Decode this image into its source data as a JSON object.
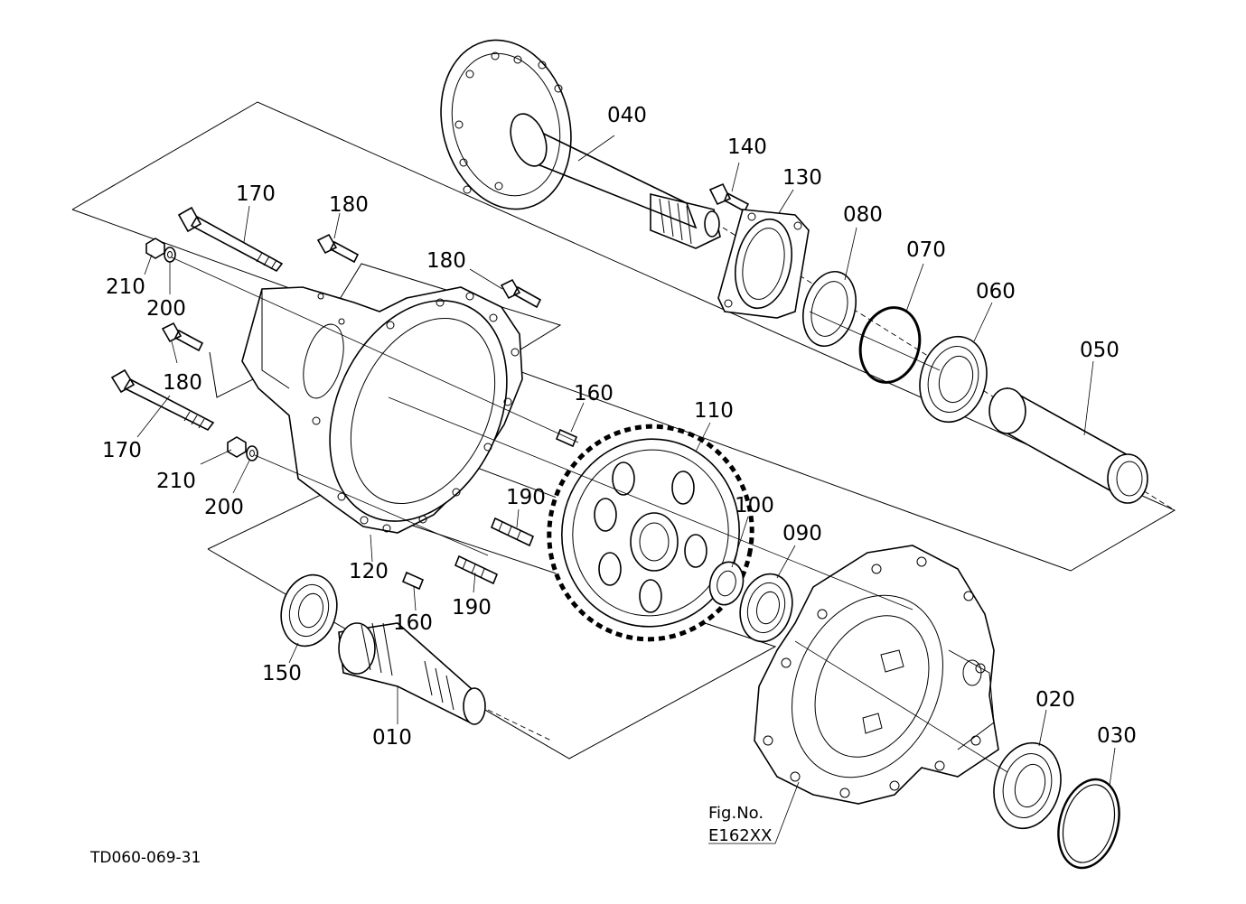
{
  "drawing_code": "TD060-069-31",
  "figure_ref": {
    "line1": "Fig.No.",
    "line2": "E162XX"
  },
  "part_labels": {
    "p010": "010",
    "p020": "020",
    "p030": "030",
    "p040": "040",
    "p050": "050",
    "p060": "060",
    "p070": "070",
    "p080": "080",
    "p090": "090",
    "p100": "100",
    "p110": "110",
    "p120": "120",
    "p130": "130",
    "p140": "140",
    "p150": "150",
    "p160a": "160",
    "p160b": "160",
    "p170a": "170",
    "p170b": "170",
    "p180a": "180",
    "p180b": "180",
    "p180c": "180",
    "p190a": "190",
    "p190b": "190",
    "p200a": "200",
    "p200b": "200",
    "p210a": "210",
    "p210b": "210"
  }
}
